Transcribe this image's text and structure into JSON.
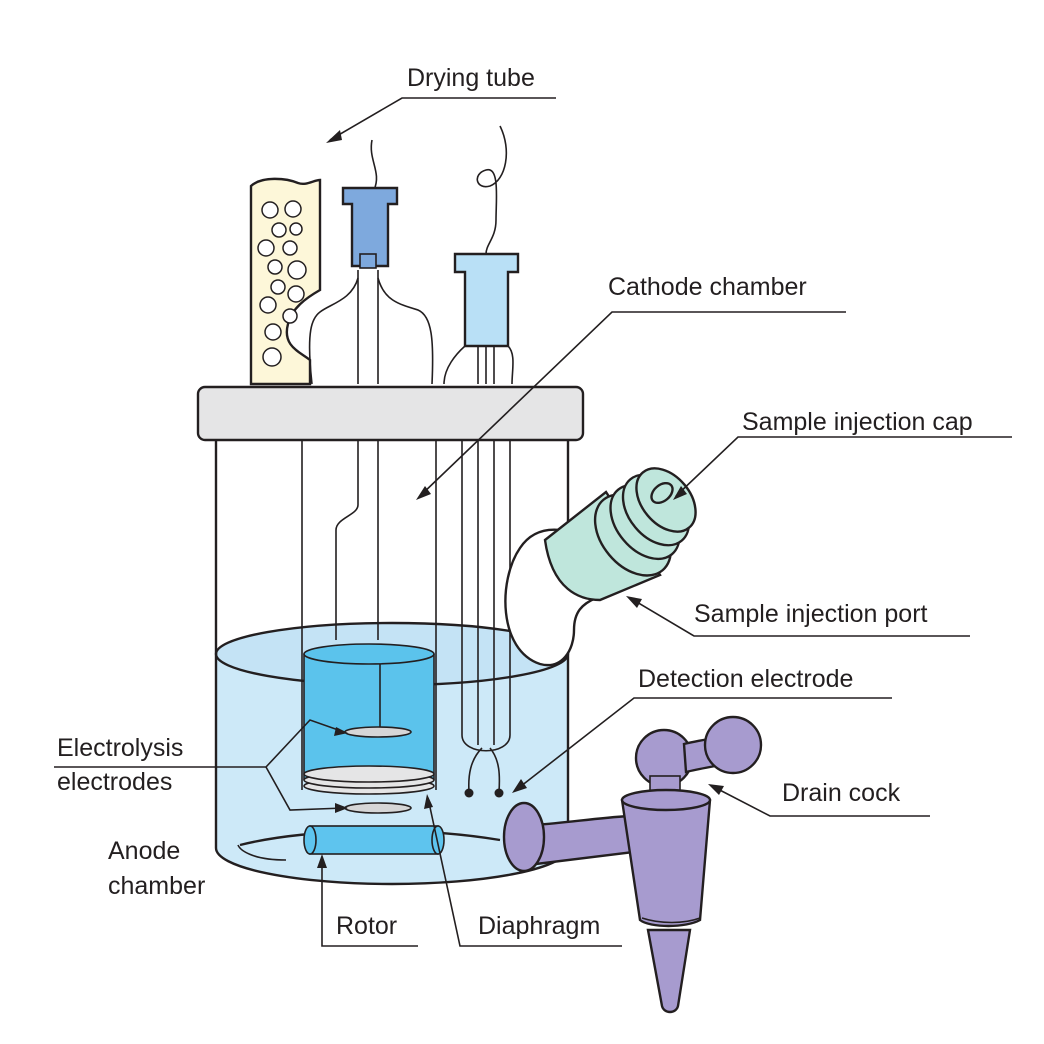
{
  "labels": {
    "drying_tube": "Drying tube",
    "cathode_chamber": "Cathode chamber",
    "sample_injection_cap": "Sample injection cap",
    "sample_injection_port": "Sample injection port",
    "detection_electrode": "Detection electrode",
    "electrolysis_electrodes_line1": "Electrolysis",
    "electrolysis_electrodes_line2": "electrodes",
    "drain_cock": "Drain cock",
    "anode_chamber_line1": "Anode",
    "anode_chamber_line2": "chamber",
    "rotor": "Rotor",
    "diaphragm": "Diaphragm"
  },
  "colors": {
    "solution": "#cde9f8",
    "solution_surface": "#c4e3f5",
    "cathode_solution": "#5bc3ec",
    "lid": "#e5e5e6",
    "drying_tube": "#fdf7d9",
    "electrode_cap_dark": "#7ea9dd",
    "electrode_cap_light": "#b9e0f6",
    "injection_cap": "#bfe6dc",
    "drain_cock": "#a79bcf",
    "rotor": "#5ec4ee"
  }
}
